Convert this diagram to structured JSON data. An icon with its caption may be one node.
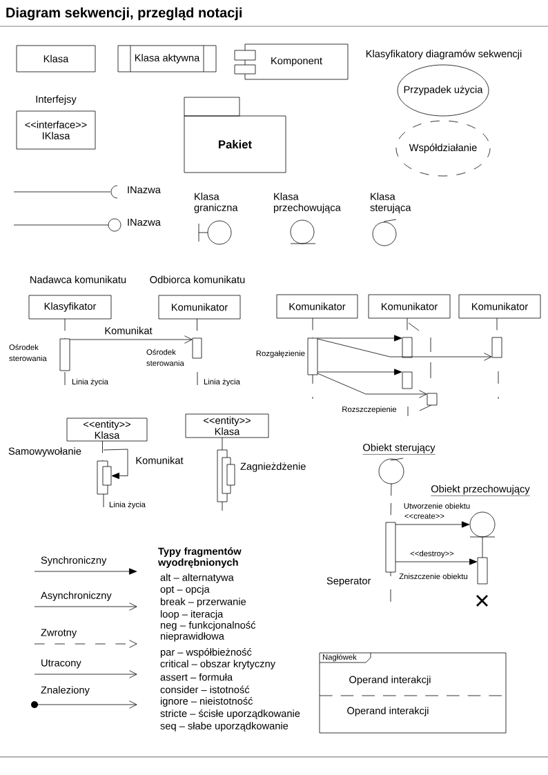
{
  "diagram": {
    "title": "Diagram sekwencji, przegląd notacji",
    "nodes": [
      {
        "text": [
          "Klasa"
        ]
      },
      {
        "text": [
          "Klasa aktywna"
        ]
      },
      {
        "text": [
          "Komponent"
        ]
      },
      {
        "text": [
          "Przypadek użycia"
        ]
      },
      {
        "text": [
          "Współdziałanie"
        ]
      },
      {
        "text": [
          "Interfejsy",
          "<<interface>> IKlasa"
        ]
      },
      {
        "text": [
          "Pakiet"
        ]
      },
      {
        "text": [
          "Klasyfikator"
        ]
      },
      {
        "text": [
          "Komunikator"
        ]
      },
      {
        "text": [],
        "shape": "bar"
      },
      {
        "text": [],
        "shape": "bar"
      },
      {
        "text": [
          "Komunikator"
        ]
      },
      {
        "text": [
          "Komunikator"
        ]
      },
      {
        "text": [
          "Komunikator"
        ]
      },
      {
        "text": [],
        "shape": "bar",
        "beside": [
          "Rozgałęzienie"
        ]
      },
      {
        "text": [],
        "shape": "bar"
      },
      {
        "text": [],
        "shape": "bar"
      },
      {
        "text": [],
        "shape": "bar"
      },
      {
        "text": [],
        "shape": "bar"
      },
      {
        "text": [
          "<<entity>> Klasa"
        ]
      },
      {
        "text": [
          "<<entity>> Klasa"
        ]
      },
      {
        "text": [],
        "shape": "bar"
      },
      {
        "text": [],
        "shape": "bar"
      },
      {
        "text": [],
        "shape": "bar"
      },
      {
        "text": [],
        "shape": "bar"
      },
      {
        "text": [],
        "shape": "bar"
      },
      {
        "text": [
          "Obiekt sterujący"
        ]
      },
      {
        "text": [],
        "shape": "bar"
      },
      {
        "text": [
          "Obiekt przechowujący"
        ]
      },
      {
        "text": [],
        "shape": "bar"
      },
      {
        "text": [
          "Nagłówek",
          "Operand interakcji",
          "Operand interakcji"
        ]
      }
    ],
    "edges": [
      {
        "from": 9,
        "to": 10,
        "arrow": "to",
        "label": "Komunikat"
      },
      {
        "from": 7,
        "to": 9,
        "arrow": "none",
        "style": "dashed"
      },
      {
        "from": 8,
        "to": 10,
        "arrow": "none",
        "style": "dashed"
      },
      {
        "from": 11,
        "to": 14,
        "arrow": "none",
        "style": "dashed"
      },
      {
        "from": 12,
        "to": 15,
        "arrow": "none",
        "style": "dashed"
      },
      {
        "from": 13,
        "to": 16,
        "arrow": "none",
        "style": "dashed"
      },
      {
        "from": 14,
        "to": 15,
        "arrow": "to"
      },
      {
        "from": 14,
        "to": 16,
        "arrow": "to"
      },
      {
        "from": 14,
        "to": 17,
        "arrow": "to"
      },
      {
        "from": 14,
        "to": 18,
        "arrow": "to"
      },
      {
        "from": 19,
        "to": 21,
        "arrow": "none",
        "style": "dashed"
      },
      {
        "from": 19,
        "to": 22,
        "arrow": "to",
        "label": "Komunikat"
      },
      {
        "from": 20,
        "to": 23,
        "arrow": "none"
      },
      {
        "from": 26,
        "to": 27,
        "arrow": "none",
        "style": "dashed"
      },
      {
        "from": 27,
        "to": 28,
        "arrow": "to",
        "label": "<<create>>"
      },
      {
        "from": 28,
        "to": 29,
        "arrow": "none"
      },
      {
        "from": 27,
        "to": 29,
        "arrow": "to",
        "label": "<<destroy>>"
      }
    ],
    "labels": [
      "Klasyfikatory diagramów sekwencji",
      "INazwa",
      "INazwa",
      "Klasa graniczna",
      "Klasa przechowująca",
      "Klasa sterująca",
      "Nadawca komunikatu",
      "Odbiorca komunikatu",
      "Ośrodek sterowania",
      "Ośrodek sterowania",
      "Linia życia",
      "Linia życia",
      "Rozszczepienie",
      "Samowywołanie",
      "Linia życia",
      "Zagnieżdżenie",
      "Utworzenie obiektu",
      "Seperator",
      "Zniszczenie obiektu",
      "Typy fragmentów wyodrębnionych",
      "alt – alternatywa",
      "opt – opcja",
      "break – przerwanie",
      "loop – iteracja",
      "neg – funkcjonalność nieprawidłowa",
      "par – współbieżność",
      "critical – obszar krytyczny",
      "assert – formuła",
      "consider – istotność",
      "ignore – nieistotność",
      "stricte – ścisłe uporządkowanie",
      "seq – słabe uporządkowanie"
    ],
    "legend": [
      {
        "text": "Synchroniczny"
      },
      {
        "text": "Asynchroniczny"
      },
      {
        "text": "Zwrotny"
      },
      {
        "text": "Utracony"
      },
      {
        "text": "Znaleziony"
      }
    ]
  }
}
